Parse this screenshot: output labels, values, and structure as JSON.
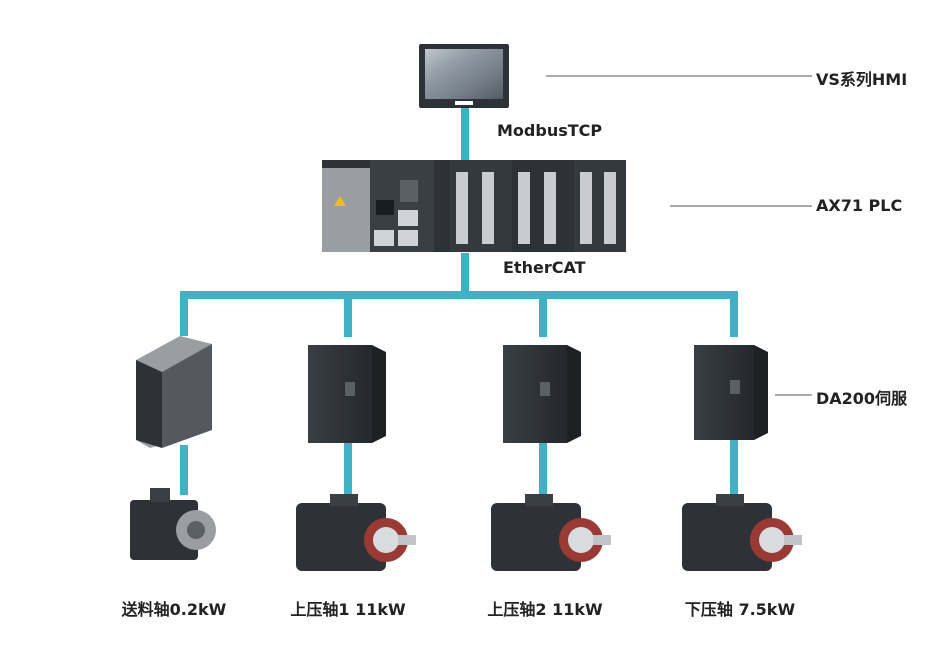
{
  "colors": {
    "bus": "#3fb3c4",
    "leader": "#555555",
    "text": "#222222",
    "device_dark": "#2e3236",
    "device_light": "#9a9ea3"
  },
  "labels": {
    "hmi": "VS系列HMI",
    "plc": "AX71 PLC",
    "servo": "DA200伺服",
    "modbus": "ModbusTCP",
    "ethercat": "EtherCAT"
  },
  "axes": [
    {
      "caption": "送料轴0.2kW",
      "drive_style": "small",
      "motor_icon": "servo-motor-icon"
    },
    {
      "caption": "上压轴1  11kW",
      "drive_style": "large",
      "motor_icon": "servo-motor-icon"
    },
    {
      "caption": "上压轴2  11kW",
      "drive_style": "large",
      "motor_icon": "servo-motor-icon"
    },
    {
      "caption": "下压轴  7.5kW",
      "drive_style": "large",
      "motor_icon": "servo-motor-icon"
    }
  ],
  "icons": {
    "hmi": "hmi-touchscreen-icon",
    "plc": "plc-rack-icon",
    "drive": "servo-drive-icon",
    "motor": "servo-motor-icon"
  }
}
